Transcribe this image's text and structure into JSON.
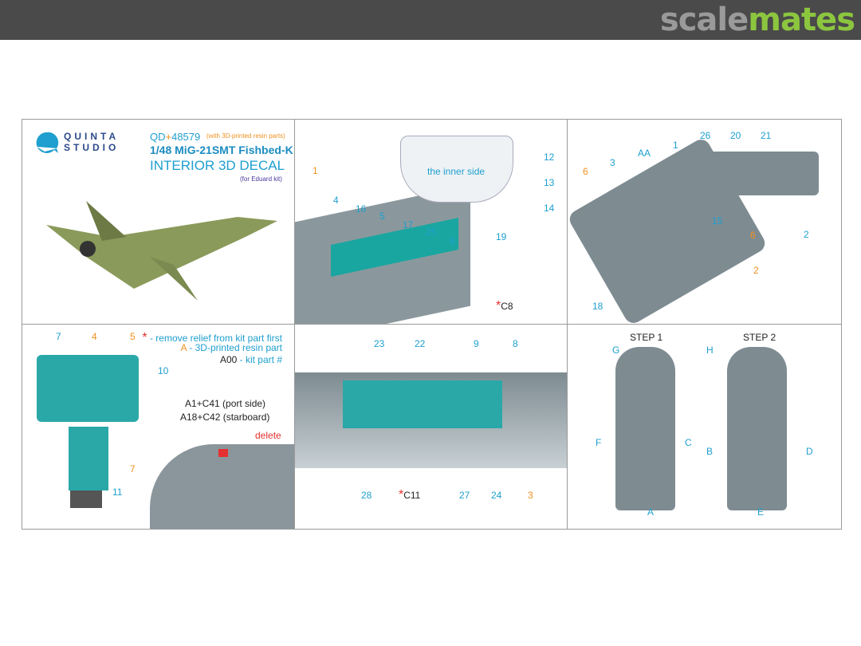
{
  "site_logo": {
    "part1": "scale",
    "part2": "mates"
  },
  "brand": {
    "line1": "QUINTA",
    "line2": "STUDIO"
  },
  "product": {
    "code_prefix": "QD",
    "code_plus": "+",
    "code_number": "48579",
    "note": "(with 3D-printed resin parts)",
    "title": "1/48 MiG-21SMT Fishbed-K",
    "subtitle": "INTERIOR 3D DECAL",
    "kit_note": "(for Eduard kit)"
  },
  "panel2": {
    "labels": [
      "1",
      "4",
      "16",
      "5",
      "17",
      "25",
      "6",
      "12",
      "13",
      "14",
      "19"
    ],
    "inner_side": "the inner side",
    "c8_star": "*",
    "c8": "C8"
  },
  "panel3": {
    "labels": [
      "AA",
      "26",
      "20",
      "21",
      "1",
      "3",
      "6",
      "15",
      "6",
      "2",
      "2",
      "18"
    ]
  },
  "panel4": {
    "labels": [
      "7",
      "4",
      "5",
      "10",
      "7",
      "11"
    ],
    "legend": [
      {
        "mark": "*",
        "text": " - remove relief from kit part first"
      },
      {
        "mark": "A",
        "text": " - 3D-printed resin part"
      },
      {
        "mark": "A00",
        "text": " - kit part #"
      }
    ],
    "part_port": "A1+C41 (port side)",
    "part_starboard": "A18+C42 (starboard)",
    "delete": "delete"
  },
  "panel5": {
    "labels": [
      "23",
      "22",
      "9",
      "8",
      "3",
      "28",
      "27",
      "24"
    ],
    "c11_star": "*",
    "c11": "C11"
  },
  "panel6": {
    "step1": "STEP 1",
    "step2": "STEP 2",
    "labels": [
      "G",
      "H",
      "F",
      "C",
      "B",
      "D",
      "A",
      "E"
    ]
  },
  "colors": {
    "blue": "#1e9fcf",
    "orange": "#f0901e",
    "red": "#e53030",
    "teal": "#1aa6a0"
  }
}
